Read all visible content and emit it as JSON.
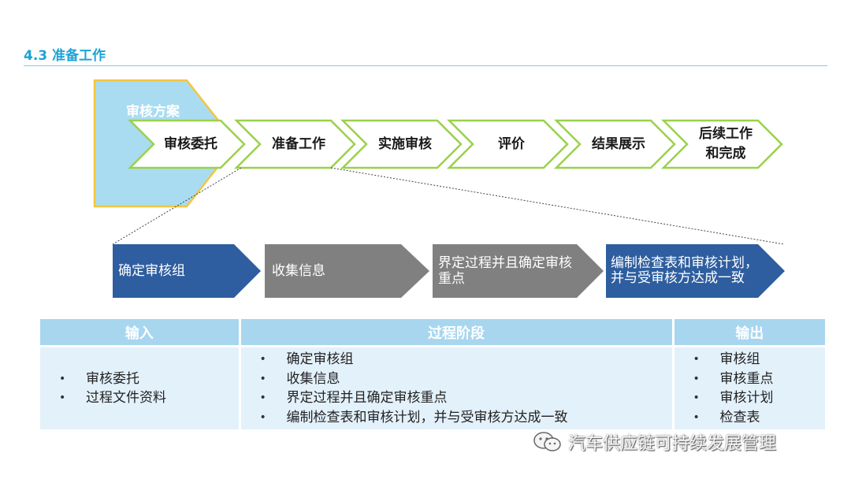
{
  "header": {
    "title": "4.3 准备工作"
  },
  "process_flow": {
    "main_label": "审核方案",
    "steps": [
      {
        "label": "审核委托"
      },
      {
        "label": "准备工作"
      },
      {
        "label": "实施审核"
      },
      {
        "label": "评价"
      },
      {
        "label": "结果展示"
      },
      {
        "label": "后续工作\n和完成"
      }
    ],
    "highlighted_step": "准备工作"
  },
  "sub_flow": {
    "steps": [
      {
        "label": "确定审核组",
        "color": "#2e5e9f"
      },
      {
        "label": "收集信息",
        "color": "#808080"
      },
      {
        "label": "界定过程并且确定审核重点",
        "color": "#808080"
      },
      {
        "label": "编制检查表和审核计划，并与受审核方达成一致",
        "color": "#2e5e9f"
      }
    ]
  },
  "summary_table": {
    "headers": {
      "input": "输入",
      "process": "过程阶段",
      "output": "输出"
    },
    "input_items": [
      "审核委托",
      "过程文件资料"
    ],
    "process_items": [
      "确定审核组",
      "收集信息",
      "界定过程并且确定审核重点",
      "编制检查表和审核计划，并与受审核方达成一致"
    ],
    "output_items": [
      "审核组",
      "审核重点",
      "审核计划",
      "检查表"
    ]
  },
  "watermark": {
    "text": "汽车供应链可持续发展管理",
    "icon": "wechat-icon"
  },
  "colors": {
    "accent_blue": "#1ba3d6",
    "chevron_border": "#9ad14b",
    "main_block_fill": "#a9dcf1",
    "main_block_border": "#f3c640",
    "dark_blue": "#2e5e9f",
    "gray": "#808080"
  }
}
